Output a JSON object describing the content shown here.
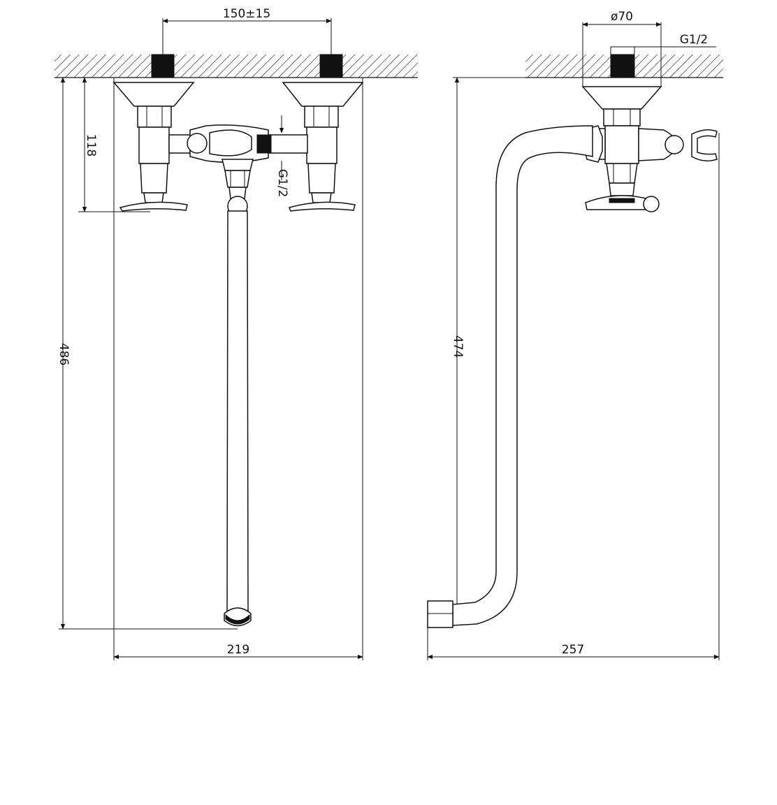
{
  "front_view": {
    "dim_inlet_spacing": "150±15",
    "dim_height_total": "486",
    "dim_height_handles": "118",
    "dim_outlet_thread": "G1/2",
    "dim_width": "219"
  },
  "side_view": {
    "dim_diameter": "ø70",
    "dim_inlet_thread": "G1/2",
    "dim_height": "474",
    "dim_width": "257"
  }
}
